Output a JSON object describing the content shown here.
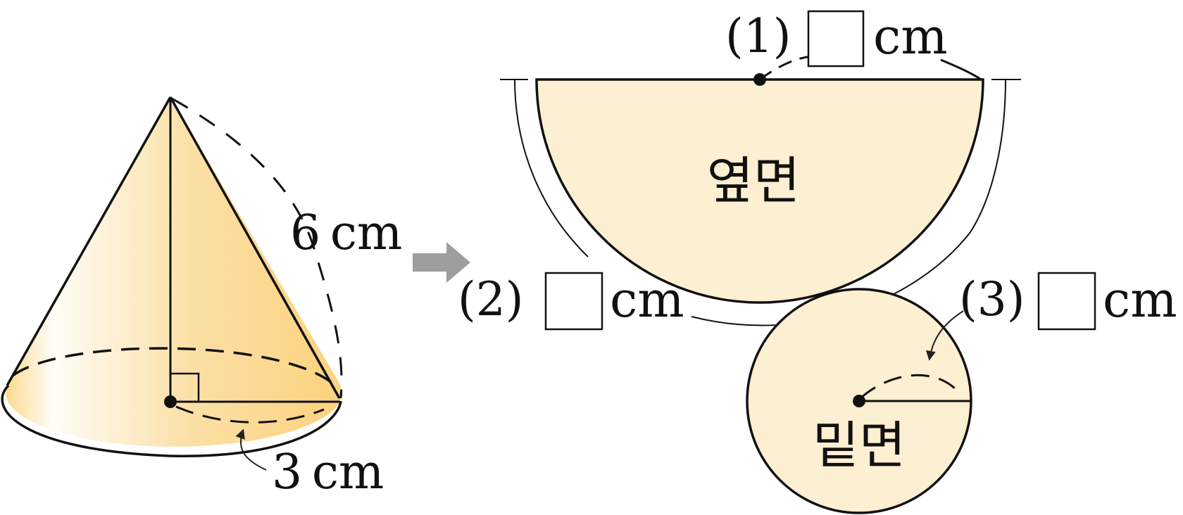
{
  "cone": {
    "slant_label": "6 cm",
    "radius_label": "3 cm"
  },
  "net": {
    "lateral_label": "옆면",
    "base_label": "밑면",
    "blank1": {
      "number": "(1)",
      "unit": "cm"
    },
    "blank2": {
      "number": "(2)",
      "unit": "cm"
    },
    "blank3": {
      "number": "(3)",
      "unit": "cm"
    }
  },
  "colors": {
    "fill_light": "#FDEFD1",
    "cone_dark": "#FCD27E",
    "stroke": "#111111",
    "arrow": "#9E9E9E"
  },
  "icons": [
    "right-arrow-icon",
    "right-angle-icon"
  ]
}
